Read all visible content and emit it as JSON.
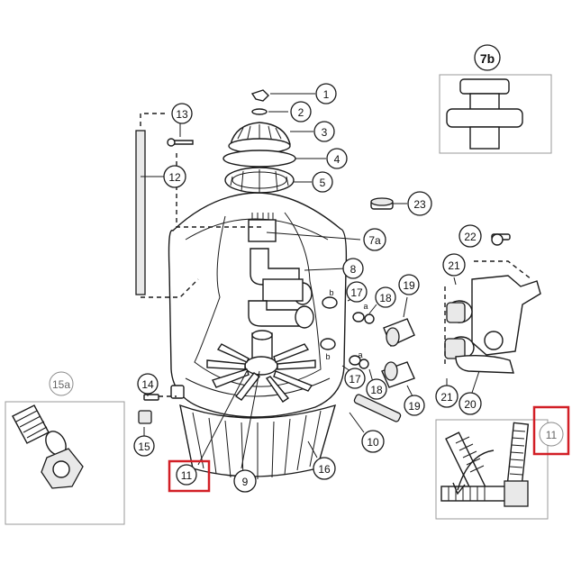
{
  "callouts": {
    "c1": "1",
    "c2": "2",
    "c3": "3",
    "c4": "4",
    "c5": "5",
    "c7a": "7a",
    "c7b": "7b",
    "c8": "8",
    "c9": "9",
    "c10": "10",
    "c11": "11",
    "c11_inset": "11",
    "c12": "12",
    "c13": "13",
    "c14": "14",
    "c15": "15",
    "c15a": "15a",
    "c16": "16",
    "c17_top": "17",
    "c17_bottom": "17",
    "c18_top": "18",
    "c18_bottom": "18",
    "c19_top": "19",
    "c19_bottom": "19",
    "c20": "20",
    "c21_top": "21",
    "c21_bottom": "21",
    "c22": "22",
    "c23": "23"
  },
  "letters": {
    "a_top": "a",
    "b_top": "b",
    "a_bottom": "a",
    "b_bottom": "b"
  },
  "highlight_color": "#d21f26"
}
